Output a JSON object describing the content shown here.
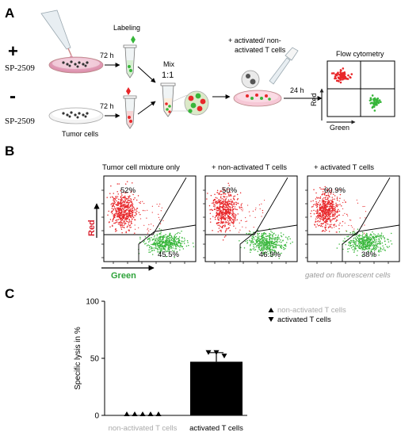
{
  "panels": {
    "a": "A",
    "b": "B",
    "c": "C"
  },
  "panel_a": {
    "plus_sign": "+",
    "minus_sign": "-",
    "drug_top": "SP-2509",
    "drug_bottom": "SP-2509",
    "labeling": "Labeling",
    "time_top": "72 h",
    "time_bottom": "72 h",
    "tumor_cells": "Tumor cells",
    "mix": "Mix",
    "ratio": "1:1",
    "tcells_line1": "+ activated/ non-",
    "tcells_line2": "activated T cells",
    "time_incubation": "24 h",
    "flow_title": "Flow cytometry",
    "axis_red": "Red",
    "axis_green": "Green"
  },
  "panel_b": {
    "axis_red": "Red",
    "axis_green": "Green",
    "gated_note": "gated on fluorescent cells",
    "plots": [
      {
        "title": "Tumor cell mixture only",
        "red_pct": "52%",
        "green_pct": "45.5%"
      },
      {
        "title": "+ non-activated T cells",
        "red_pct": "50%",
        "green_pct": "46.9%"
      },
      {
        "title": "+ activated T cells",
        "red_pct": "60.9%",
        "green_pct": "38%"
      }
    ]
  },
  "chart_data": {
    "type": "bar",
    "categories": [
      "non-activated T cells",
      "activated T cells"
    ],
    "values": [
      0,
      47
    ],
    "ylabel": "Specific lysis in %",
    "ylim": [
      0,
      100
    ],
    "yticks": [
      0,
      50,
      100
    ],
    "legend": [
      {
        "marker": "up-triangle",
        "label": "non-activated T cells",
        "color": "#aaaaaa"
      },
      {
        "marker": "down-triangle",
        "label": "activated T cells",
        "color": "#000000"
      }
    ],
    "points": {
      "non-activated T cells": [
        0,
        0,
        0,
        0,
        0
      ],
      "activated T cells": [
        55,
        55,
        52
      ]
    },
    "error": {
      "activated T cells": [
        47,
        55
      ]
    },
    "colors": {
      "bar": "#000000",
      "muted_label": "#aaaaaa",
      "red": "#e8272a",
      "green": "#37b63a"
    }
  }
}
